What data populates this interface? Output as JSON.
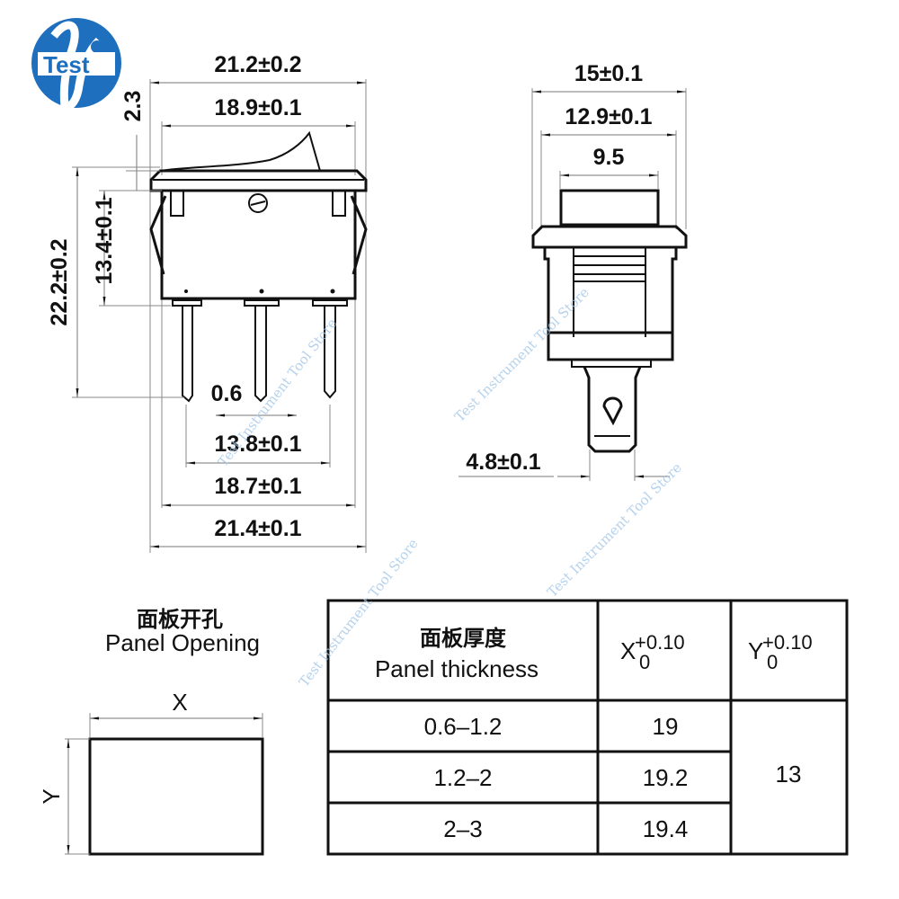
{
  "logo": {
    "text": "Test",
    "color": "#1f6fbf"
  },
  "front_view": {
    "dimensions": {
      "overall_width_top": "21.2±0.2",
      "bezel_inner_width": "18.9±0.1",
      "bezel_height": "2.3",
      "overall_height": "22.2±0.2",
      "body_height": "13.4±0.1",
      "pin_width": "0.6",
      "pin_spacing": "13.8±0.1",
      "body_width": "18.7±0.1",
      "overall_width_bottom": "21.4±0.1"
    },
    "pin_count": 3
  },
  "side_view": {
    "dimensions": {
      "overall_width": "15±0.1",
      "bezel_inner_width": "12.9±0.1",
      "rocker_width": "9.5",
      "terminal_width": "4.8±0.1"
    }
  },
  "panel_opening": {
    "title_cn": "面板开孔",
    "title_en": "Panel Opening",
    "x_label": "X",
    "y_label": "Y"
  },
  "table": {
    "header": {
      "col1_cn": "面板厚度",
      "col1_en": "Panel thickness",
      "col2_var": "X",
      "col2_tol_upper": "+0.10",
      "col2_tol_lower": "0",
      "col3_var": "Y",
      "col3_tol_upper": "+0.10",
      "col3_tol_lower": "0"
    },
    "rows": [
      {
        "thickness": "0.6–1.2",
        "x": "19"
      },
      {
        "thickness": "1.2–2",
        "x": "19.2"
      },
      {
        "thickness": "2–3",
        "x": "19.4"
      }
    ],
    "y_merged": "13"
  },
  "watermark": {
    "text": "Test Instrument Tool Store",
    "color": "#9ec4e6"
  }
}
